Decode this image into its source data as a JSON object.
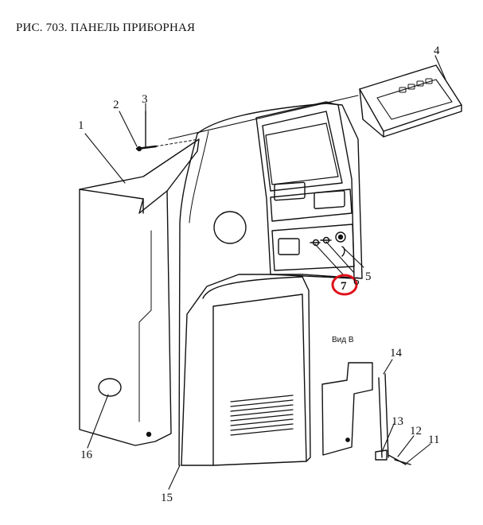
{
  "title": "РИС. 703. ПАНЕЛЬ ПРИБОРНАЯ",
  "view_label": "Вид В",
  "callouts": [
    {
      "id": "1",
      "label": "1"
    },
    {
      "id": "2",
      "label": "2"
    },
    {
      "id": "3",
      "label": "3"
    },
    {
      "id": "4",
      "label": "4"
    },
    {
      "id": "5",
      "label": "5"
    },
    {
      "id": "6",
      "label": "6"
    },
    {
      "id": "7",
      "label": "7",
      "highlighted": true
    },
    {
      "id": "11",
      "label": "11"
    },
    {
      "id": "12",
      "label": "12"
    },
    {
      "id": "13",
      "label": "13"
    },
    {
      "id": "14",
      "label": "14"
    },
    {
      "id": "15",
      "label": "15"
    },
    {
      "id": "16",
      "label": "16"
    }
  ],
  "colors": {
    "line": "#111111",
    "highlight": "#e0101a",
    "background": "#ffffff"
  }
}
